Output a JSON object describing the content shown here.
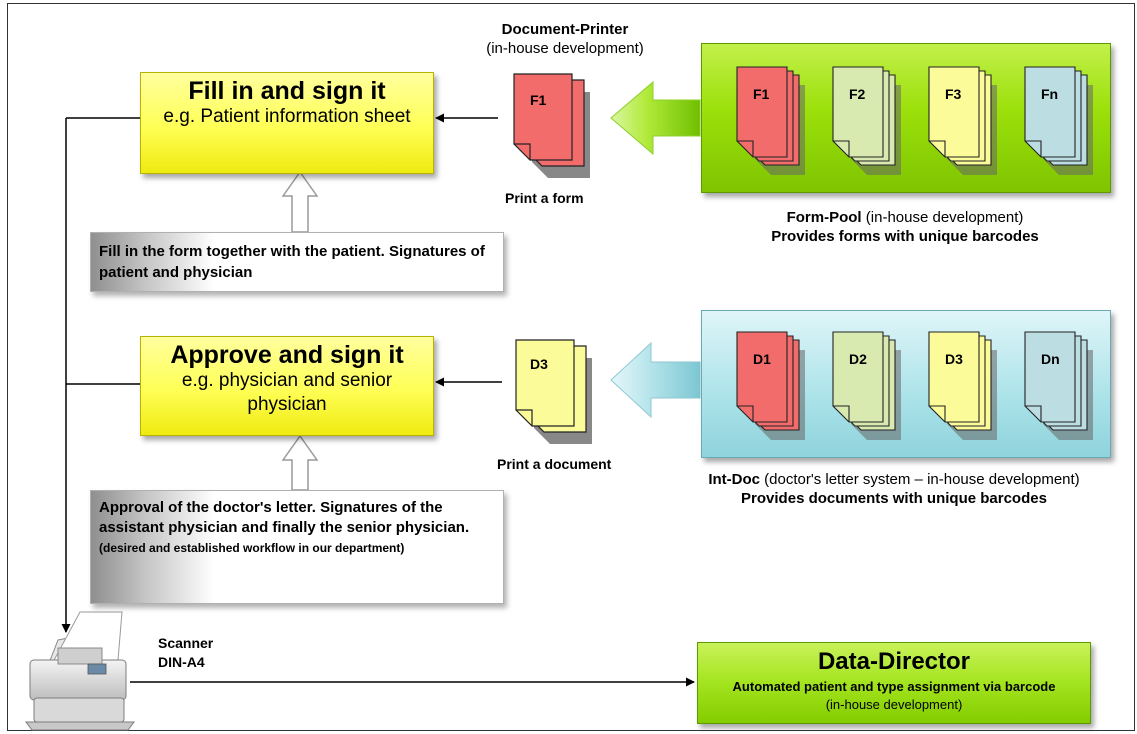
{
  "form_flow": {
    "main_box": {
      "title": "Fill in and sign it",
      "subtitle": "e.g. Patient information sheet"
    },
    "note": {
      "text": "Fill in the form together with the patient. Signatures of patient and physician"
    },
    "printer": {
      "title": "Document-Printer",
      "subtitle": "(in-house development)",
      "action": "Print a form",
      "sheet_label": "F1"
    },
    "pool": {
      "sheets": [
        {
          "label": "F1",
          "color": "#f26c6c"
        },
        {
          "label": "F2",
          "color": "#d8eab0"
        },
        {
          "label": "F3",
          "color": "#fbfb9a"
        },
        {
          "label": "Fn",
          "color": "#bcdde2"
        }
      ],
      "caption_name": "Form-Pool",
      "caption_note": "(in-house development)",
      "caption_line2": "Provides forms with unique barcodes"
    }
  },
  "doc_flow": {
    "main_box": {
      "title": "Approve and sign it",
      "subtitle": "e.g. physician and senior physician"
    },
    "note": {
      "text": "Approval of the doctor's letter. Signatures of the assistant physician and finally the senior physician.",
      "small": "(desired and established workflow in our department)"
    },
    "printer": {
      "action": "Print a document",
      "sheet_label": "D3"
    },
    "pool": {
      "sheets": [
        {
          "label": "D1",
          "color": "#f26c6c"
        },
        {
          "label": "D2",
          "color": "#d8eab0"
        },
        {
          "label": "D3",
          "color": "#fbfb9a"
        },
        {
          "label": "Dn",
          "color": "#bcdde2"
        }
      ],
      "caption_name": "Int-Doc",
      "caption_note": "(doctor's letter system – in-house development)",
      "caption_line2": "Provides documents with unique barcodes"
    }
  },
  "scanner": {
    "line1": "Scanner",
    "line2": "DIN-A4"
  },
  "data_director": {
    "title": "Data-Director",
    "desc_bold": "Automated patient and type assignment via barcode",
    "desc_note": "(in-house development)"
  },
  "colors": {
    "red_sheet": "#f26c6c",
    "green_panel": "#9be00a",
    "blue_panel": "#aee4ea",
    "yellow_box": "#ffff55"
  }
}
